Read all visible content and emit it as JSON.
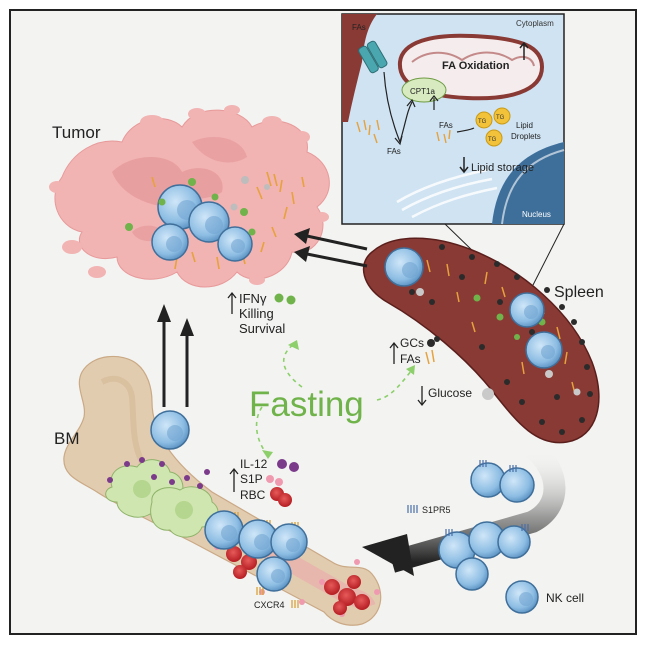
{
  "labels": {
    "tumor": "Tumor",
    "spleen": "Spleen",
    "bm": "BM",
    "fasting": "Fasting",
    "nk_cell": "NK cell",
    "ifng": "IFNγ",
    "killing": "Killing",
    "survival": "Survival",
    "gcs": "GCs",
    "fas_spleen": "FAs",
    "glucose": "Glucose",
    "il12": "IL-12",
    "s1p": "S1P",
    "rbc": "RBC",
    "s1pr5": "S1PR5",
    "cxcr4": "CXCR4"
  },
  "inset": {
    "cytoplasm": "Cytoplasm",
    "fas_top": "FAs",
    "fa_oxidation": "FA Oxidation",
    "cpt1a": "CPT1a",
    "fas_mid": "FAs",
    "fas_left": "FAs",
    "tg1": "TG",
    "tg2": "TG",
    "tg3": "TG",
    "lipid_droplets_1": "Lipid",
    "lipid_droplets_2": "Droplets",
    "lipid_storage": "Lipid storage",
    "nucleus": "Nucleus"
  },
  "colors": {
    "nk_fill": "#9cc6e6",
    "nk_stroke": "#3f6f9a",
    "fasting_green": "#6fb34a",
    "spleen": "#8a3a35",
    "tumor": "#f2b3b3",
    "bone": "#e2ccb0",
    "inset_bg": "#cfe3f2"
  }
}
